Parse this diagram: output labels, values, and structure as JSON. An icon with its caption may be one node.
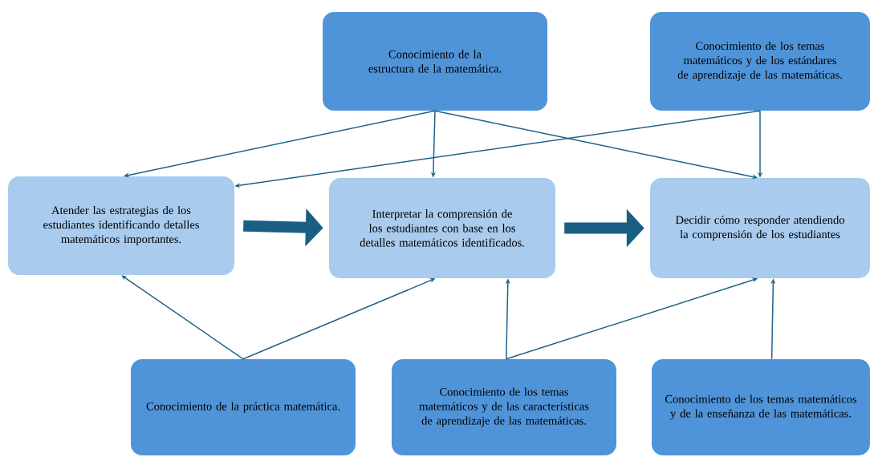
{
  "diagram": {
    "nodes": [
      {
        "text": [
          "Conocimiento de la estructura de la matemática."
        ]
      },
      {
        "text": [
          "Conocimiento de los temas matemáticos y de los estándares de aprendizaje de las matemáticas."
        ]
      },
      {
        "text": [
          "Atender las estrategias de los estudiantes identificando detalles matemáticos importantes."
        ]
      },
      {
        "text": [
          "Interpretar la comprensión de los estudiantes con base en los detalles matemáticos identificados."
        ]
      },
      {
        "text": [
          "Decidir cómo responder atendiendo la comprensión de los estudiantes"
        ]
      },
      {
        "text": [
          "Conocimiento de la práctica matemática."
        ]
      },
      {
        "text": [
          "Conocimiento de los temas matemáticos y de las características de aprendizaje de las matemáticas."
        ]
      },
      {
        "text": [
          "Conocimiento de los temas matemáticos y de la enseñanza de las matemáticas."
        ]
      }
    ],
    "edges": [
      {
        "from": 0,
        "to": 2,
        "arrow": "to"
      },
      {
        "from": 0,
        "to": 3,
        "arrow": "to"
      },
      {
        "from": 0,
        "to": 4,
        "arrow": "to"
      },
      {
        "from": 1,
        "to": 2,
        "arrow": "to"
      },
      {
        "from": 1,
        "to": 4,
        "arrow": "to"
      },
      {
        "from": 2,
        "to": 3,
        "arrow": "to",
        "style": "thick"
      },
      {
        "from": 3,
        "to": 4,
        "arrow": "to",
        "style": "thick"
      },
      {
        "from": 5,
        "to": 2,
        "arrow": "to"
      },
      {
        "from": 5,
        "to": 3,
        "arrow": "to"
      },
      {
        "from": 6,
        "to": 3,
        "arrow": "to"
      },
      {
        "from": 6,
        "to": 4,
        "arrow": "to"
      },
      {
        "from": 7,
        "to": 4,
        "arrow": "to"
      }
    ]
  }
}
